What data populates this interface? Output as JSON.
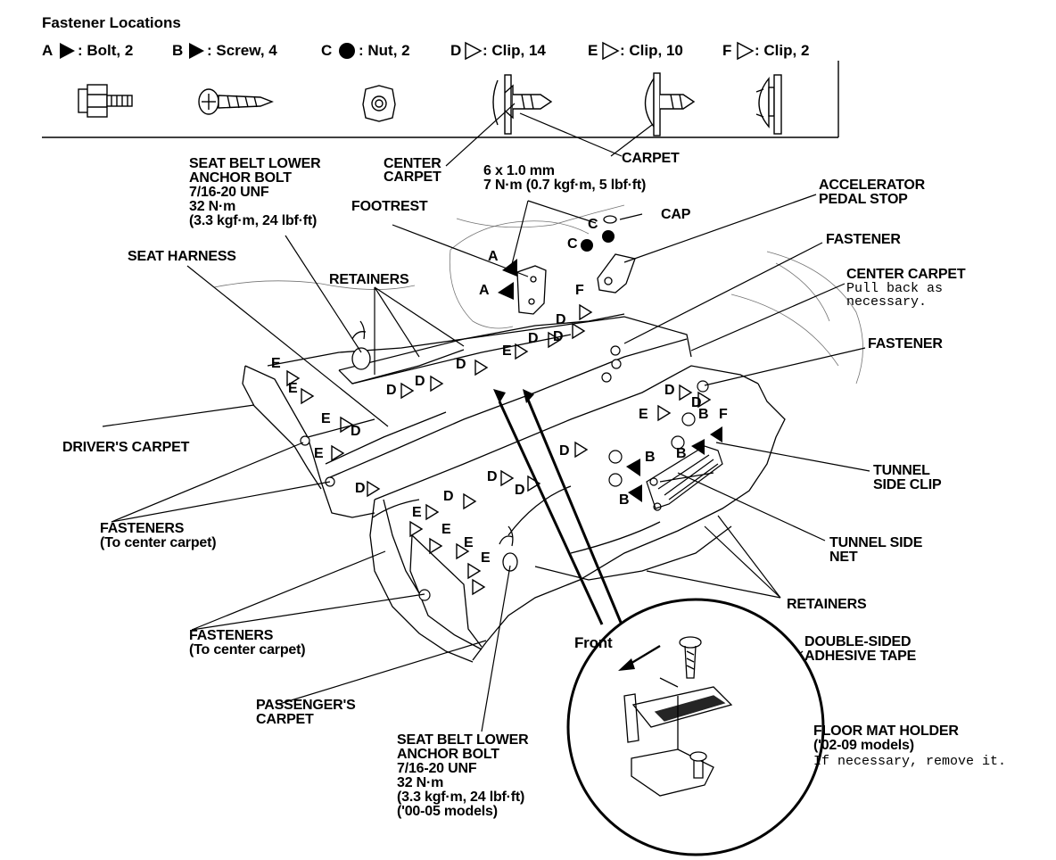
{
  "legend": {
    "title": "Fastener Locations",
    "items": [
      {
        "key": "A",
        "desc": ": Bolt, 2",
        "symbol": "filled-triangle"
      },
      {
        "key": "B",
        "desc": ": Screw, 4",
        "symbol": "filled-triangle"
      },
      {
        "key": "C",
        "desc": ": Nut, 2",
        "symbol": "filled-circle"
      },
      {
        "key": "D",
        "desc": ": Clip, 14",
        "symbol": "open-triangle"
      },
      {
        "key": "E",
        "desc": ": Clip, 10",
        "symbol": "open-triangle"
      },
      {
        "key": "F",
        "desc": ": Clip, 2",
        "symbol": "open-triangle"
      }
    ]
  },
  "labels": {
    "seat_belt_top": "SEAT BELT LOWER\nANCHOR BOLT\n7/16-20 UNF\n32 N·m\n(3.3 kgf·m, 24 lbf·ft)",
    "center_carpet_top": "CENTER\nCARPET",
    "carpet": "CARPET",
    "bolt_spec": "6 x 1.0 mm\n7 N·m (0.7 kgf·m, 5 lbf·ft)",
    "accelerator": "ACCELERATOR\nPEDAL STOP",
    "cap": "CAP",
    "footrest": "FOOTREST",
    "fastener_1": "FASTENER",
    "seat_harness": "SEAT HARNESS",
    "retainers_top": "RETAINERS",
    "center_carpet_right": "CENTER CARPET",
    "center_carpet_note": "Pull back as\nnecessary.",
    "fastener_2": "FASTENER",
    "drivers_carpet": "DRIVER'S CARPET",
    "tunnel_side_clip": "TUNNEL\nSIDE CLIP",
    "fasteners_left_1": "FASTENERS\n(To center carpet)",
    "tunnel_side_net": "TUNNEL SIDE\nNET",
    "retainers_bottom": "RETAINERS",
    "fasteners_left_2": "FASTENERS\n(To center carpet)",
    "front": "Front",
    "double_sided": "DOUBLE-SIDED\nADHESIVE TAPE",
    "passengers_carpet": "PASSENGER'S\nCARPET",
    "floor_mat": "FLOOR MAT HOLDER\n('02-09 models)",
    "floor_mat_note": "If necessary, remove it.",
    "seat_belt_bottom": "SEAT BELT LOWER\nANCHOR BOLT\n7/16-20 UNF\n32 N·m\n(3.3 kgf·m, 24 lbf·ft)\n('00-05 models)"
  },
  "callouts": {
    "A1": "A",
    "A2": "A",
    "C1": "C",
    "C2": "C",
    "F1": "F",
    "D1": "D",
    "D2": "D",
    "D3": "D",
    "D4": "D",
    "D5": "D",
    "D6": "D",
    "D7": "D",
    "D8": "D",
    "D9": "D",
    "D10": "D",
    "D11": "D",
    "D12": "D",
    "D13": "D",
    "D14": "D",
    "E1": "E",
    "E2": "E",
    "E3": "E",
    "E4": "E",
    "E5": "E",
    "E6": "E",
    "E7": "E",
    "E8": "E",
    "E9": "E",
    "E10": "E",
    "B1": "B",
    "B2": "B",
    "B3": "B",
    "B4": "B",
    "F2": "F"
  }
}
